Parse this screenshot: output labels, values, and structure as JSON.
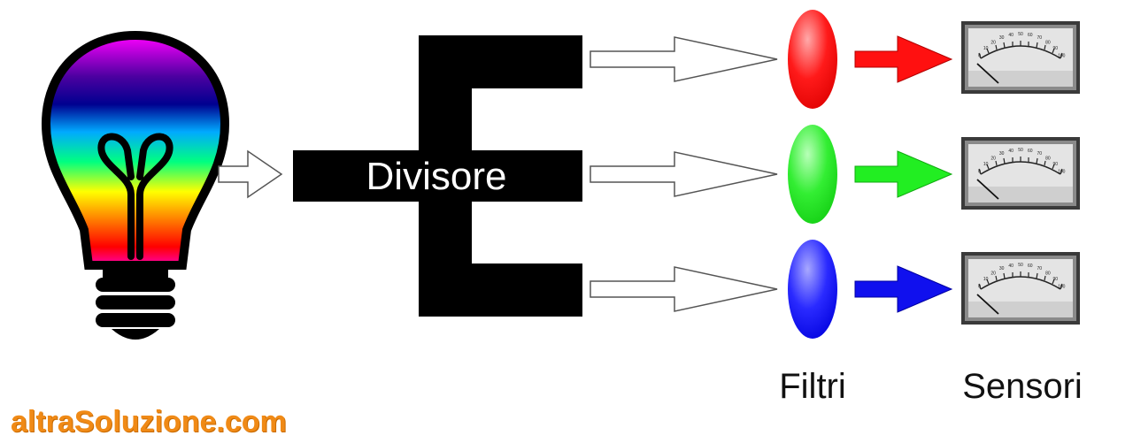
{
  "labels": {
    "splitter": "Divisore",
    "filters": "Filtri",
    "sensors": "Sensori",
    "watermark": "altraSoluzione.com"
  },
  "colors": {
    "red": "#ff1a1a",
    "green": "#22dd22",
    "blue": "#1a1aff",
    "watermark": "#f08a16",
    "splitter": "#000000"
  },
  "meter": {
    "scale_ticks": [
      "0",
      "10",
      "20",
      "30",
      "40",
      "50",
      "60",
      "70",
      "80",
      "90",
      "100"
    ]
  },
  "channels": [
    {
      "name": "red",
      "color": "#ff1a1a"
    },
    {
      "name": "green",
      "color": "#22dd22"
    },
    {
      "name": "blue",
      "color": "#1a1aff"
    }
  ],
  "icons": [
    "light-bulb-icon",
    "outline-arrow-icon",
    "filter-ellipse-icon",
    "colored-arrow-icon",
    "analog-meter-icon"
  ]
}
